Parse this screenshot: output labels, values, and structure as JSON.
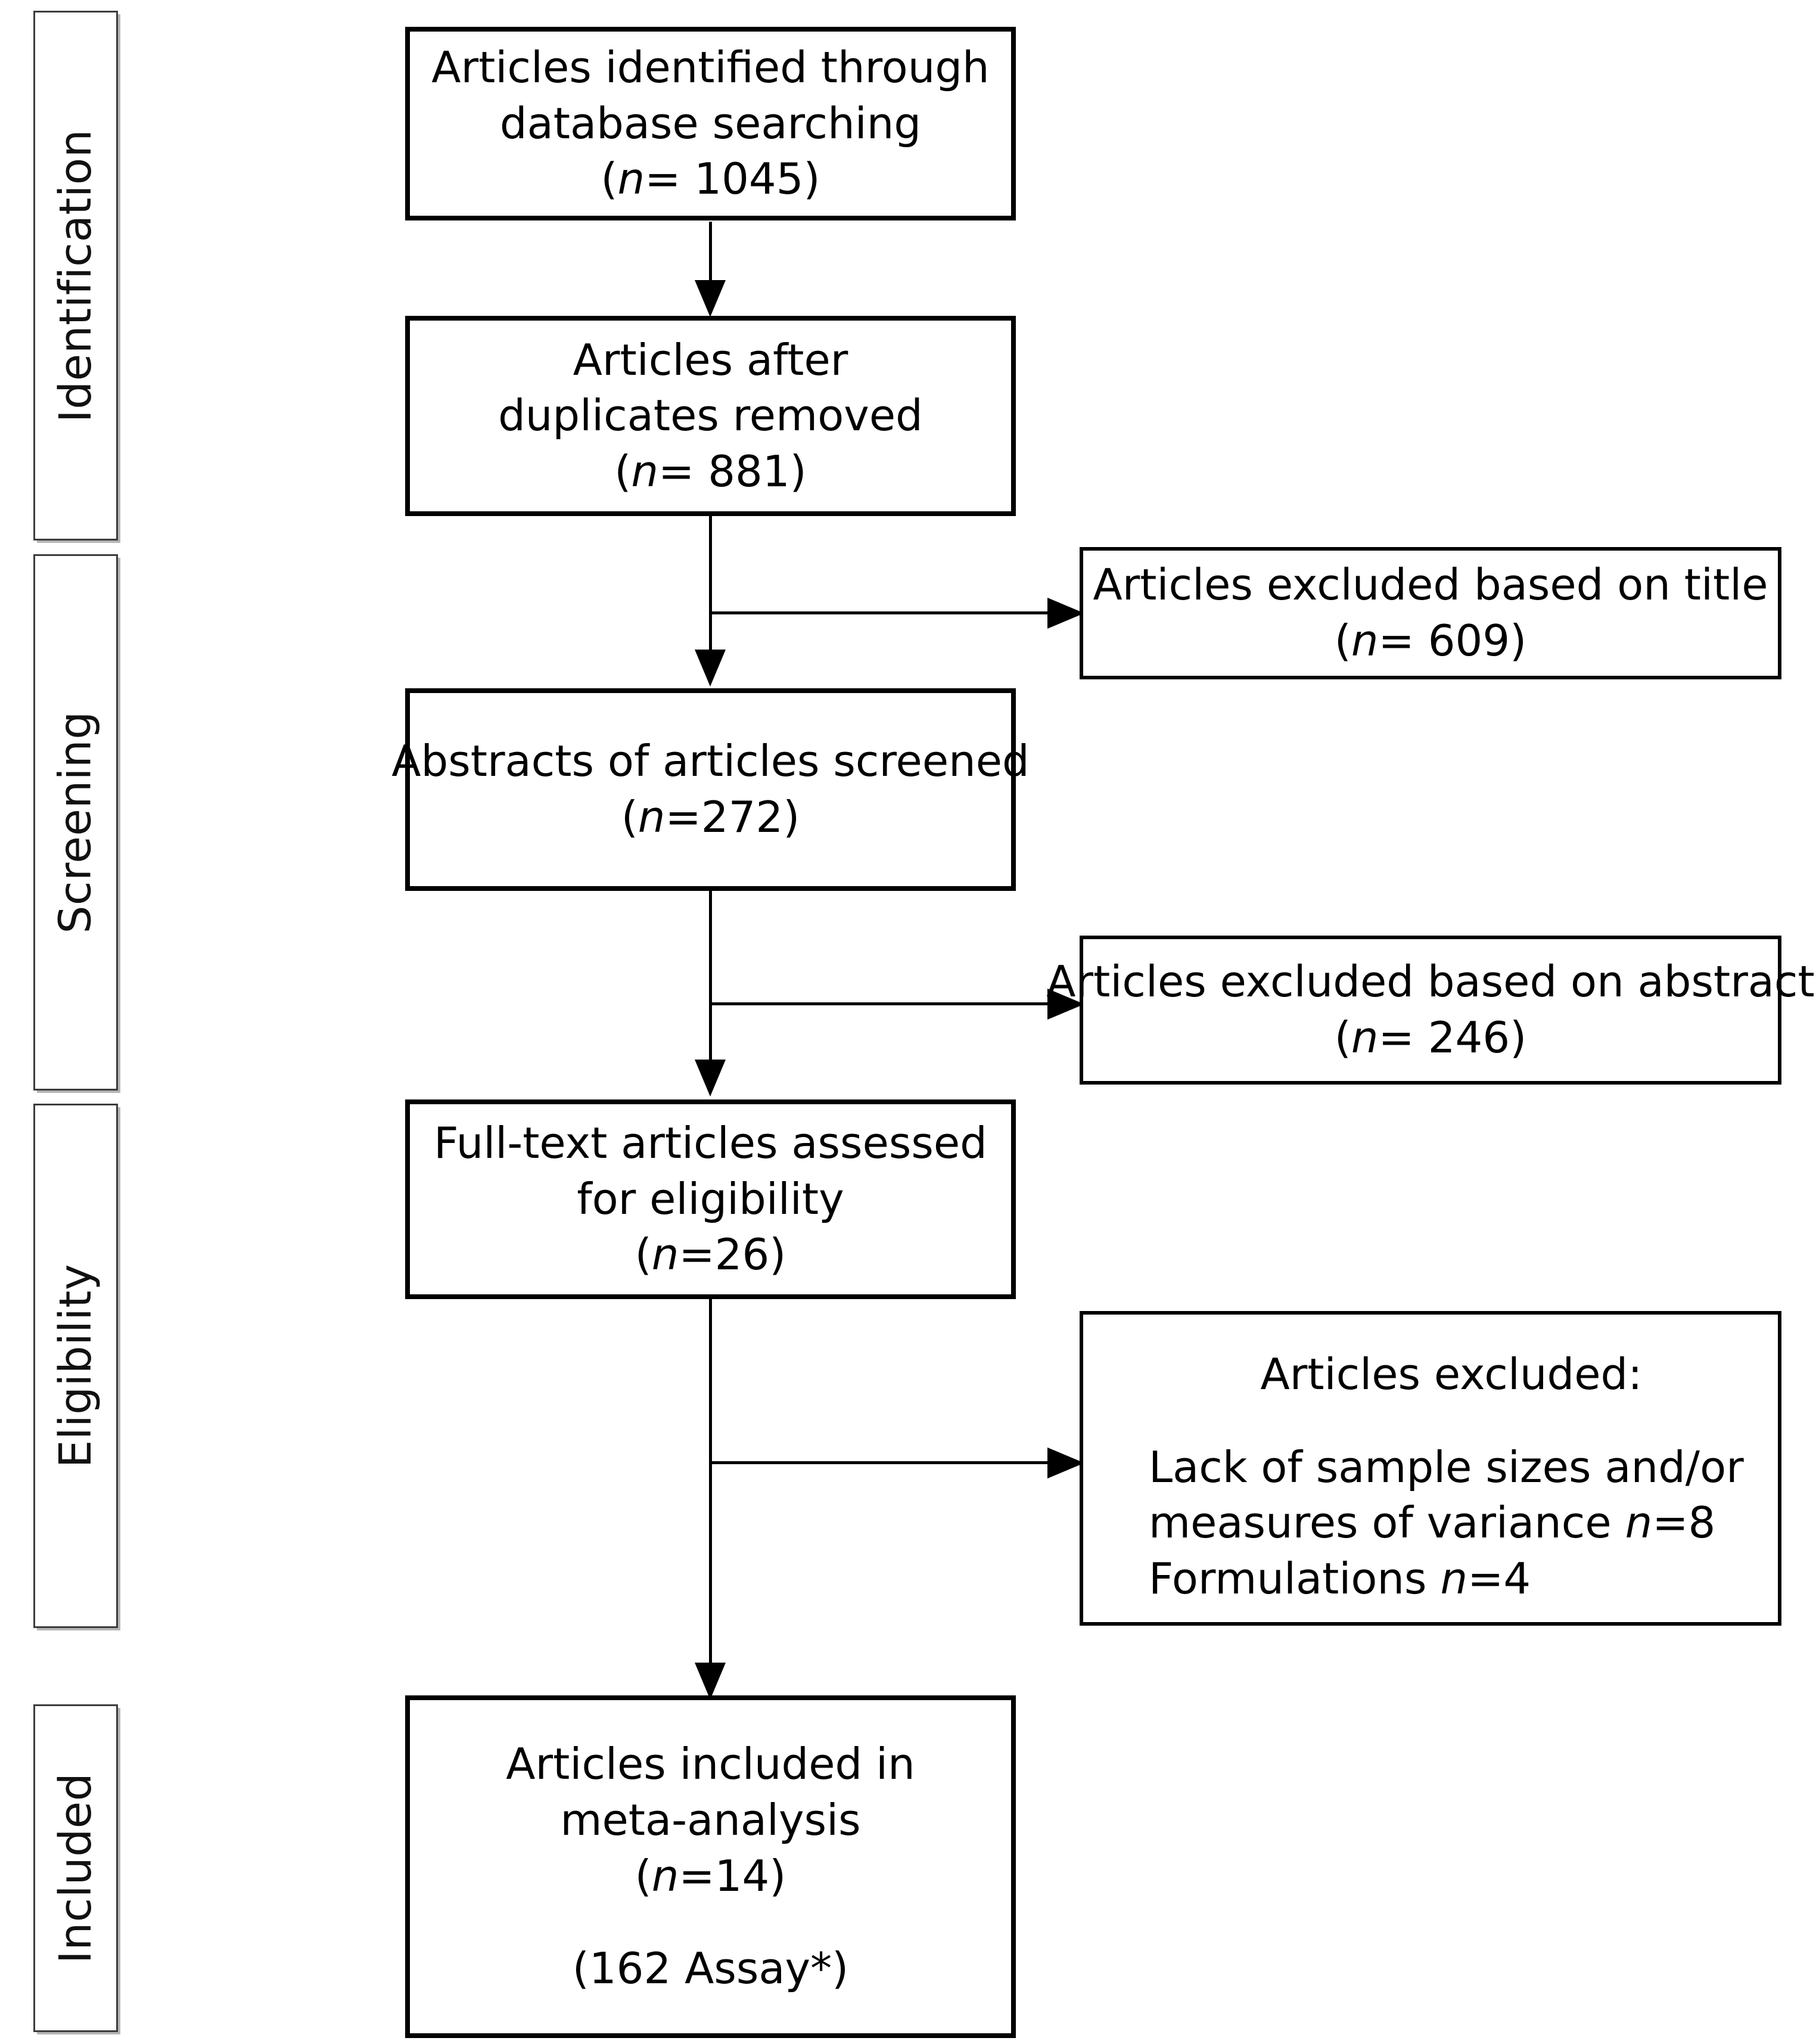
{
  "diagram": {
    "title": "PRISMA study selection flow diagram",
    "stages": [
      {
        "id": "identification",
        "label": "Identification"
      },
      {
        "id": "screening",
        "label": "Screening"
      },
      {
        "id": "eligibility",
        "label": "Eligibility"
      },
      {
        "id": "included",
        "label": "Included"
      }
    ],
    "flow_boxes": [
      {
        "id": "identified",
        "lines": [
          "Articles identified through",
          "database searching"
        ],
        "count_prefix": "(",
        "count_var": "n",
        "count_value": "= 1045",
        "count_suffix": ")"
      },
      {
        "id": "deduplicated",
        "lines": [
          "Articles after",
          "duplicates removed"
        ],
        "count_prefix": "(",
        "count_var": "n",
        "count_value": "= 881",
        "count_suffix": ")"
      },
      {
        "id": "abstracts-screened",
        "lines": [
          "Abstracts of articles screened"
        ],
        "count_prefix": "(",
        "count_var": "n",
        "count_value": "=272",
        "count_suffix": ")"
      },
      {
        "id": "fulltext-assessed",
        "lines": [
          "Full-text articles assessed",
          "for eligibility"
        ],
        "count_prefix": "(",
        "count_var": "n",
        "count_value": "=26",
        "count_suffix": ")"
      },
      {
        "id": "included-meta",
        "lines": [
          "Articles included in",
          "meta-analysis"
        ],
        "count_prefix": "(",
        "count_var": "n",
        "count_value": "=14",
        "count_suffix": ")",
        "extra_line": "(162 Assay*)"
      }
    ],
    "exclusion_boxes": [
      {
        "id": "excluded-title",
        "lines": [
          "Articles excluded based on title"
        ],
        "count_prefix": "(",
        "count_var": "n",
        "count_value": "= 609",
        "count_suffix": ")"
      },
      {
        "id": "excluded-abstract",
        "lines": [
          "Articles excluded based on abstract"
        ],
        "count_prefix": "(",
        "count_var": "n",
        "count_value": "= 246",
        "count_suffix": ")"
      },
      {
        "id": "excluded-eligibility",
        "heading": "Articles excluded:",
        "reason_1a": "Lack of sample sizes and/or",
        "reason_1b_text": "measures of variance ",
        "reason_1b_var": "n",
        "reason_1b_value": "=8",
        "reason_2_text": "Formulations ",
        "reason_2_var": "n",
        "reason_2_value": "=4"
      }
    ],
    "colors": {
      "box_border": "#000000",
      "stage_border": "#3c3c3c",
      "background": "#ffffff",
      "text": "#000000"
    }
  }
}
